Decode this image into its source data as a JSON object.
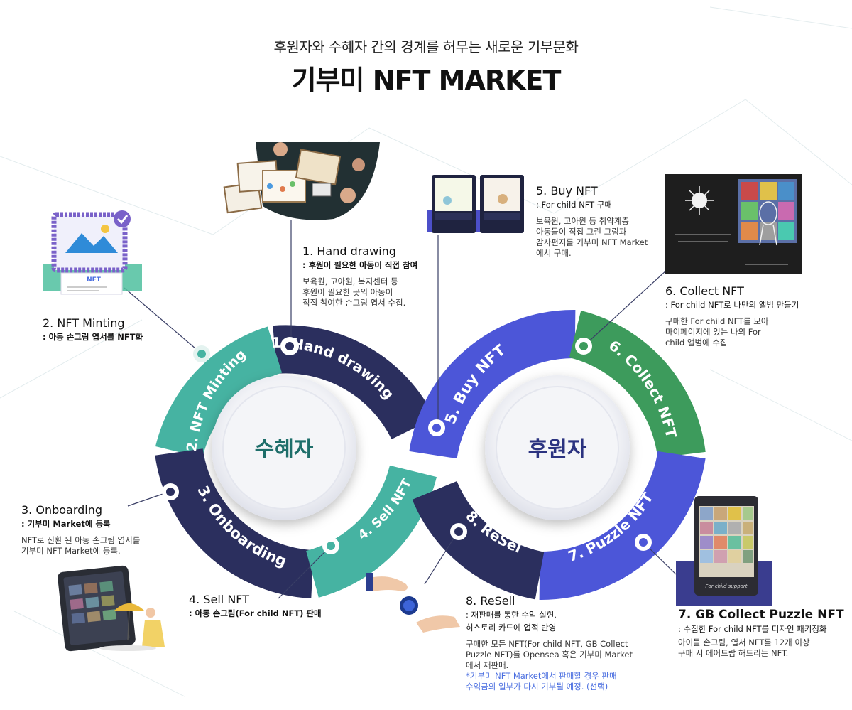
{
  "header": {
    "subtitle": "후원자와 수혜자 간의 경계를 허무는 새로운 기부문화",
    "title": "기부미 NFT MARKET"
  },
  "center": {
    "left_circle": "수혜자",
    "right_circle": "후원자"
  },
  "ring_labels": {
    "s1": "1. Hand drawing",
    "s2": "2. NFT Minting",
    "s3": "3. Onboarding",
    "s4": "4. Sell NFT",
    "s5": "5. Buy NFT",
    "s6": "6. Collect NFT",
    "s7": "7. Puzzle NFT",
    "s8": "8. ReSell"
  },
  "steps": {
    "s1": {
      "heading": "1. Hand drawing",
      "sub": ": 후원이 필요한 아동이 직접 참여",
      "desc": [
        "보육원, 고아원, 복지센터 등",
        "후원이 필요한 곳의 아동이",
        "직접 참여한 손그림 엽서 수집."
      ]
    },
    "s2": {
      "heading": "2. NFT Minting",
      "sub": ": 아동 손그림 엽서를 NFT화"
    },
    "s3": {
      "heading": "3. Onboarding",
      "sub": ": 기부미 Market에 등록",
      "desc": [
        "NFT로 진환 된 아동 손그림 엽서를",
        "기부미 NFT Market에 등록."
      ]
    },
    "s4": {
      "heading": "4. Sell NFT",
      "sub": ": 아동 손그림(For child NFT) 판매"
    },
    "s5": {
      "heading": "5. Buy NFT",
      "sub": ": For child NFT 구매",
      "desc": [
        "보육원, 고아원 등 취약계층",
        "아동들이 직접 그린 그림과",
        "감사편지를 기부미 NFT Market",
        "에서 구매."
      ]
    },
    "s6": {
      "heading": "6. Collect NFT",
      "sub": ": For child NFT로 나만의 앨범 만들기",
      "desc": [
        "구매한 For child NFT를 모아",
        "마이페이지에 있는 나의 For",
        "child 앨범에 수집"
      ]
    },
    "s7": {
      "heading": "7. GB Collect Puzzle NFT",
      "sub": ": 수집한 For child NFT를 디자인 패키징화",
      "desc": [
        "아이들 손그림, 엽서 NFT를 12개 이상",
        "구매 시 에어드랍 해드리는 NFT."
      ]
    },
    "s8": {
      "heading": "8. ReSell",
      "sub": ": 재판매를 통한 수익 실현,",
      "sub_line2": "히스토리 카드에 업적 반영",
      "desc": [
        "구매한 모든 NFT(For child NFT, GB Collect",
        "Puzzle NFT)를 Opensea 혹은 기부미 Market",
        "에서 재판매."
      ],
      "note": [
        "*기부미 NFT Market에서 판매할 경우 판매",
        "수익금의 일부가 다시 기부될 예정. (선택)"
      ]
    }
  },
  "illustrations": {
    "nft_badge": "NFT",
    "puzzle_caption": "For child support"
  },
  "colors": {
    "navy": "#2b2f5e",
    "teal": "#46b3a2",
    "blue": "#4c56d8",
    "green": "#3d9b5c",
    "left_circle_text": "#1e6e6a",
    "right_circle_text": "#2b3380"
  }
}
